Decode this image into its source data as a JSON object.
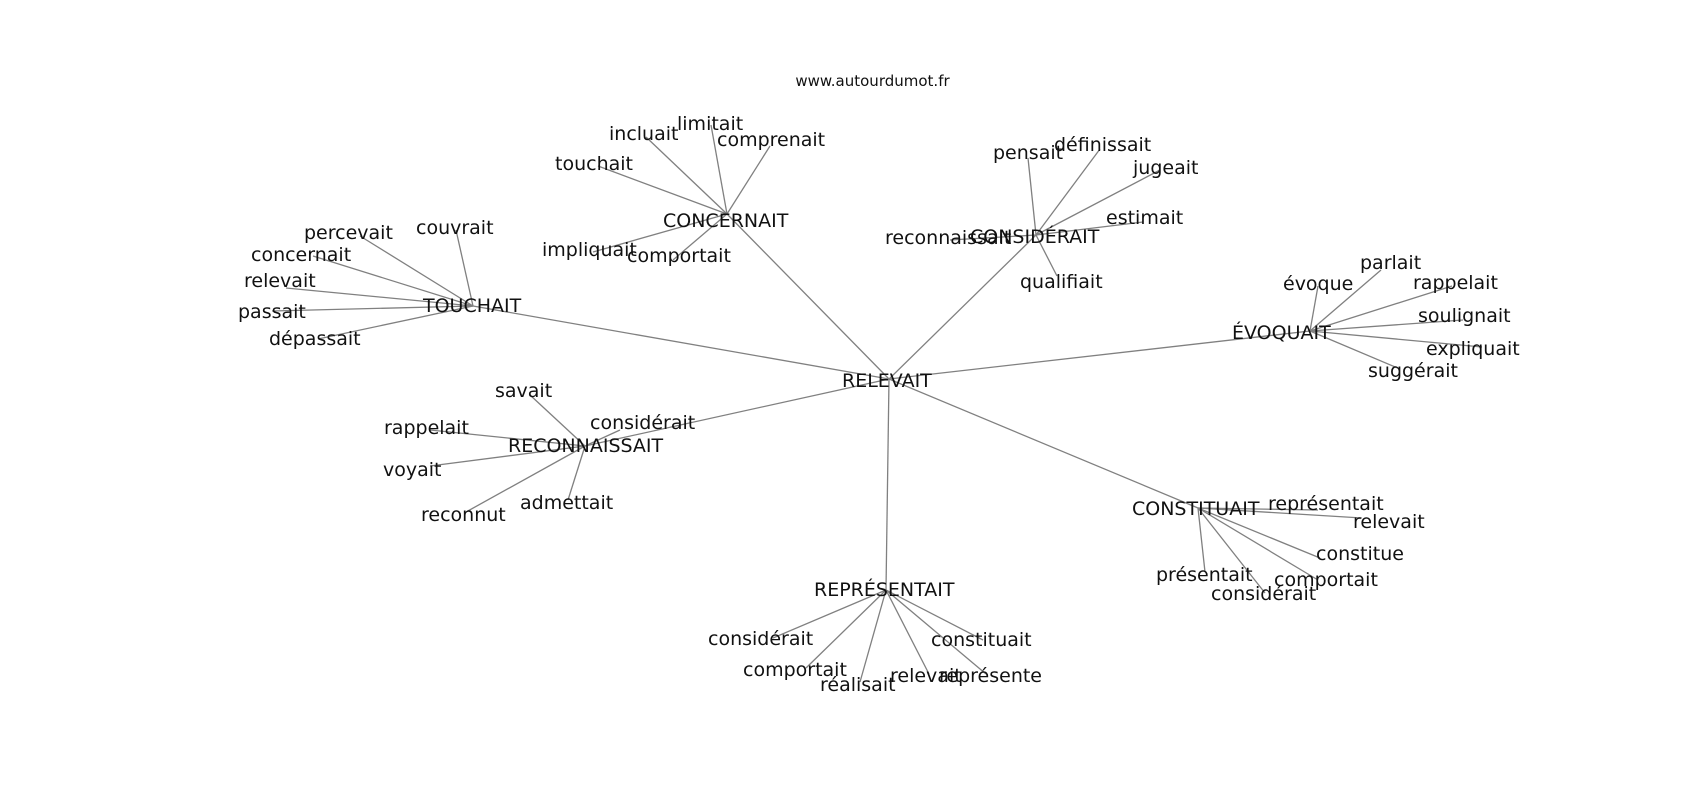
{
  "watermark": "www.autourdumot.fr",
  "graph": {
    "center": {
      "id": "releva",
      "label": "RELEVAIT"
    },
    "hubs": [
      {
        "id": "touch",
        "label": "TOUCHAIT",
        "leaves": [
          {
            "id": "t1",
            "label": "percevait"
          },
          {
            "id": "t2",
            "label": "couvrait"
          },
          {
            "id": "t3",
            "label": "concernait"
          },
          {
            "id": "t4",
            "label": "relevait"
          },
          {
            "id": "t5",
            "label": "passait"
          },
          {
            "id": "t6",
            "label": "dépassait"
          }
        ]
      },
      {
        "id": "conc",
        "label": "CONCERNAIT",
        "leaves": [
          {
            "id": "c1",
            "label": "incluait"
          },
          {
            "id": "c2",
            "label": "limitait"
          },
          {
            "id": "c3",
            "label": "comprenait"
          },
          {
            "id": "c4",
            "label": "touchait"
          },
          {
            "id": "c5",
            "label": "impliquait"
          },
          {
            "id": "c6",
            "label": "comportait"
          }
        ]
      },
      {
        "id": "cons",
        "label": "CONSIDÉRAIT",
        "leaves": [
          {
            "id": "d1",
            "label": "pensait"
          },
          {
            "id": "d2",
            "label": "définissait"
          },
          {
            "id": "d3",
            "label": "jugeait"
          },
          {
            "id": "d4",
            "label": "estimait"
          },
          {
            "id": "d5",
            "label": "reconnaissait"
          },
          {
            "id": "d6",
            "label": "qualifiait"
          }
        ]
      },
      {
        "id": "evoq",
        "label": "ÉVOQUAIT",
        "leaves": [
          {
            "id": "e1",
            "label": "parlait"
          },
          {
            "id": "e2",
            "label": "évoque"
          },
          {
            "id": "e3",
            "label": "rappelait"
          },
          {
            "id": "e4",
            "label": "soulignait"
          },
          {
            "id": "e5",
            "label": "expliquait"
          },
          {
            "id": "e6",
            "label": "suggérait"
          }
        ]
      },
      {
        "id": "reco",
        "label": "RECONNAISSAIT",
        "leaves": [
          {
            "id": "r1",
            "label": "savait"
          },
          {
            "id": "r2",
            "label": "considérait"
          },
          {
            "id": "r3",
            "label": "rappelait"
          },
          {
            "id": "r4",
            "label": "voyait"
          },
          {
            "id": "r5",
            "label": "admettait"
          },
          {
            "id": "r6",
            "label": "reconnut"
          }
        ]
      },
      {
        "id": "cst",
        "label": "CONSTITUAIT",
        "leaves": [
          {
            "id": "s1",
            "label": "représentait"
          },
          {
            "id": "s2",
            "label": "relevait"
          },
          {
            "id": "s3",
            "label": "constitue"
          },
          {
            "id": "s4",
            "label": "présentait"
          },
          {
            "id": "s5",
            "label": "comportait"
          },
          {
            "id": "s6",
            "label": "considérait"
          }
        ]
      },
      {
        "id": "repr",
        "label": "REPRÉSENTAIT",
        "leaves": [
          {
            "id": "p1",
            "label": "considérait"
          },
          {
            "id": "p2",
            "label": "constituait"
          },
          {
            "id": "p3",
            "label": "comportait"
          },
          {
            "id": "p4",
            "label": "relevait"
          },
          {
            "id": "p5",
            "label": "représente"
          },
          {
            "id": "p6",
            "label": "réalisait"
          }
        ]
      }
    ]
  }
}
